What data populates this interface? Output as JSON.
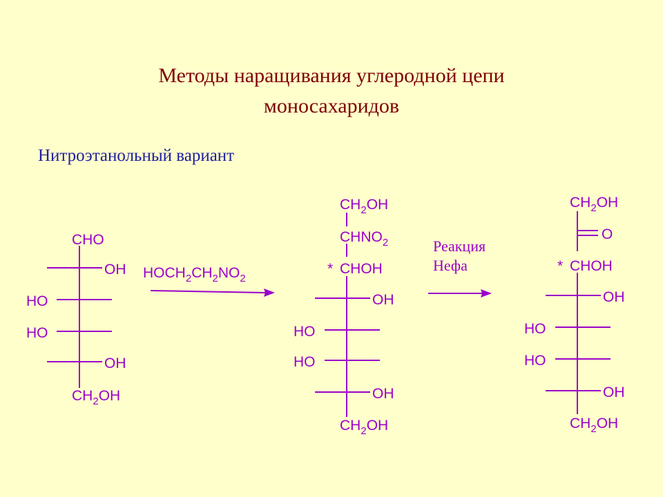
{
  "title_line1": "Методы наращивания углеродной цепи",
  "title_line2": "моносахаридов",
  "subtitle": "Нитроэтанольный вариант",
  "color_main": "#9a00cc",
  "color_title": "#800000",
  "color_subtitle": "#2020a0",
  "reagent": {
    "p1": "HOCH",
    "s1": "2",
    "p2": "CH",
    "s2": "2",
    "p3": "NO",
    "s3": "2"
  },
  "reaction_name": {
    "line1": "Реакция",
    "line2": "Нефа"
  },
  "star": "*",
  "formula": {
    "CHO": "CHO",
    "OH": "OH",
    "HO": "HO",
    "CH": "CH",
    "H2": "2",
    "OH_tail": "OH",
    "CHNO": "CHNO",
    "NO2": "2",
    "CHOH": "CHOH",
    "O": "O"
  }
}
